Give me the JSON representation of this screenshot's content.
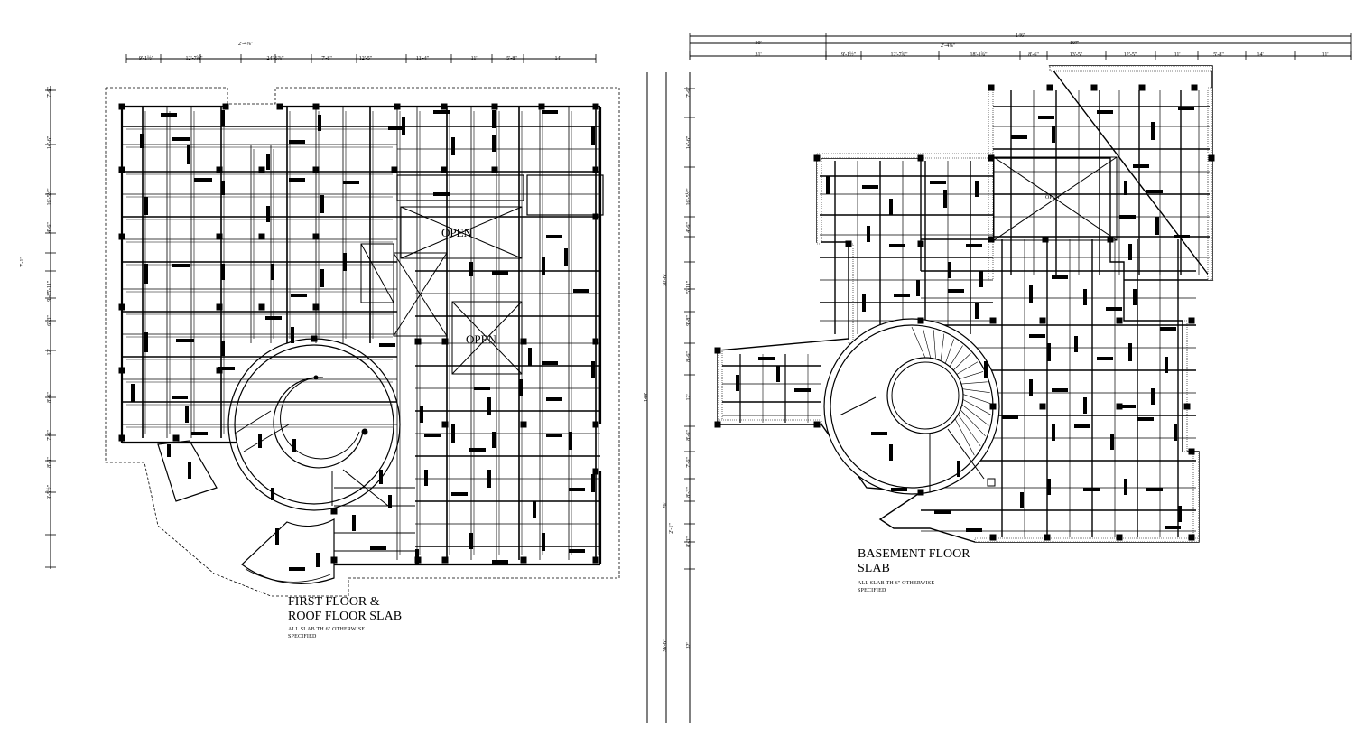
{
  "drawings": [
    {
      "title_line1": "FIRST FLOOR &",
      "title_line2": "ROOF FLOOR SLAB",
      "note_line1": "ALL SLAB TH 6\" OTHERWISE",
      "note_line2": "SPECIFIED",
      "open_label_1": "OPEN",
      "open_label_2": "OPEN",
      "top_dims": [
        "9'-1½\"",
        "12'-7¾\"",
        "2'-4⅝\"",
        "24'-6⅞\"",
        "7'-8\"",
        "12'-5\"",
        "11'-4\"",
        "11'",
        "5'-8\"",
        "14'"
      ],
      "left_dims": [
        "7'-6\"",
        "14'-6\"",
        "16'-5½\"",
        "4'-6\"",
        "7'-1\"",
        "5'-11\"",
        "9'-8\"",
        "6'-3\"",
        "12'",
        "8'-6\"",
        "7'-6\"",
        "8'-3\"",
        "9'-5½\""
      ]
    },
    {
      "title_line1": "BASEMENT FLOOR",
      "title_line2": "SLAB",
      "note_line1": "ALL SLAB TH 6\" OTHERWISE",
      "note_line2": "SPECIFIED",
      "open_label": "OPEN",
      "top_overall": "146'",
      "top_dims_row1": [
        "30'",
        "2'-4⅝\"",
        "107'"
      ],
      "top_dims_row2": [
        "31'",
        "9'-1½\"",
        "12'-7¾\"",
        "18'-1¾\"",
        "8'-6\"",
        "13'-5\"",
        "12'-5\"",
        "11'",
        "5'-8\"",
        "14'",
        "11'"
      ],
      "left_dims": [
        "7'-6\"",
        "14'-6\"",
        "16'-5½\"",
        "4'-6\"",
        "30'-6\"",
        "5'-11\"",
        "9'-8\"",
        "8'-6\"",
        "12'",
        "8'-6\"",
        "7'-6\"",
        "8'-3\"",
        "26'",
        "2'-1\"",
        "8'-3\""
      ],
      "left_overall": [
        "144'",
        "36'-6\"",
        "32'"
      ]
    }
  ]
}
